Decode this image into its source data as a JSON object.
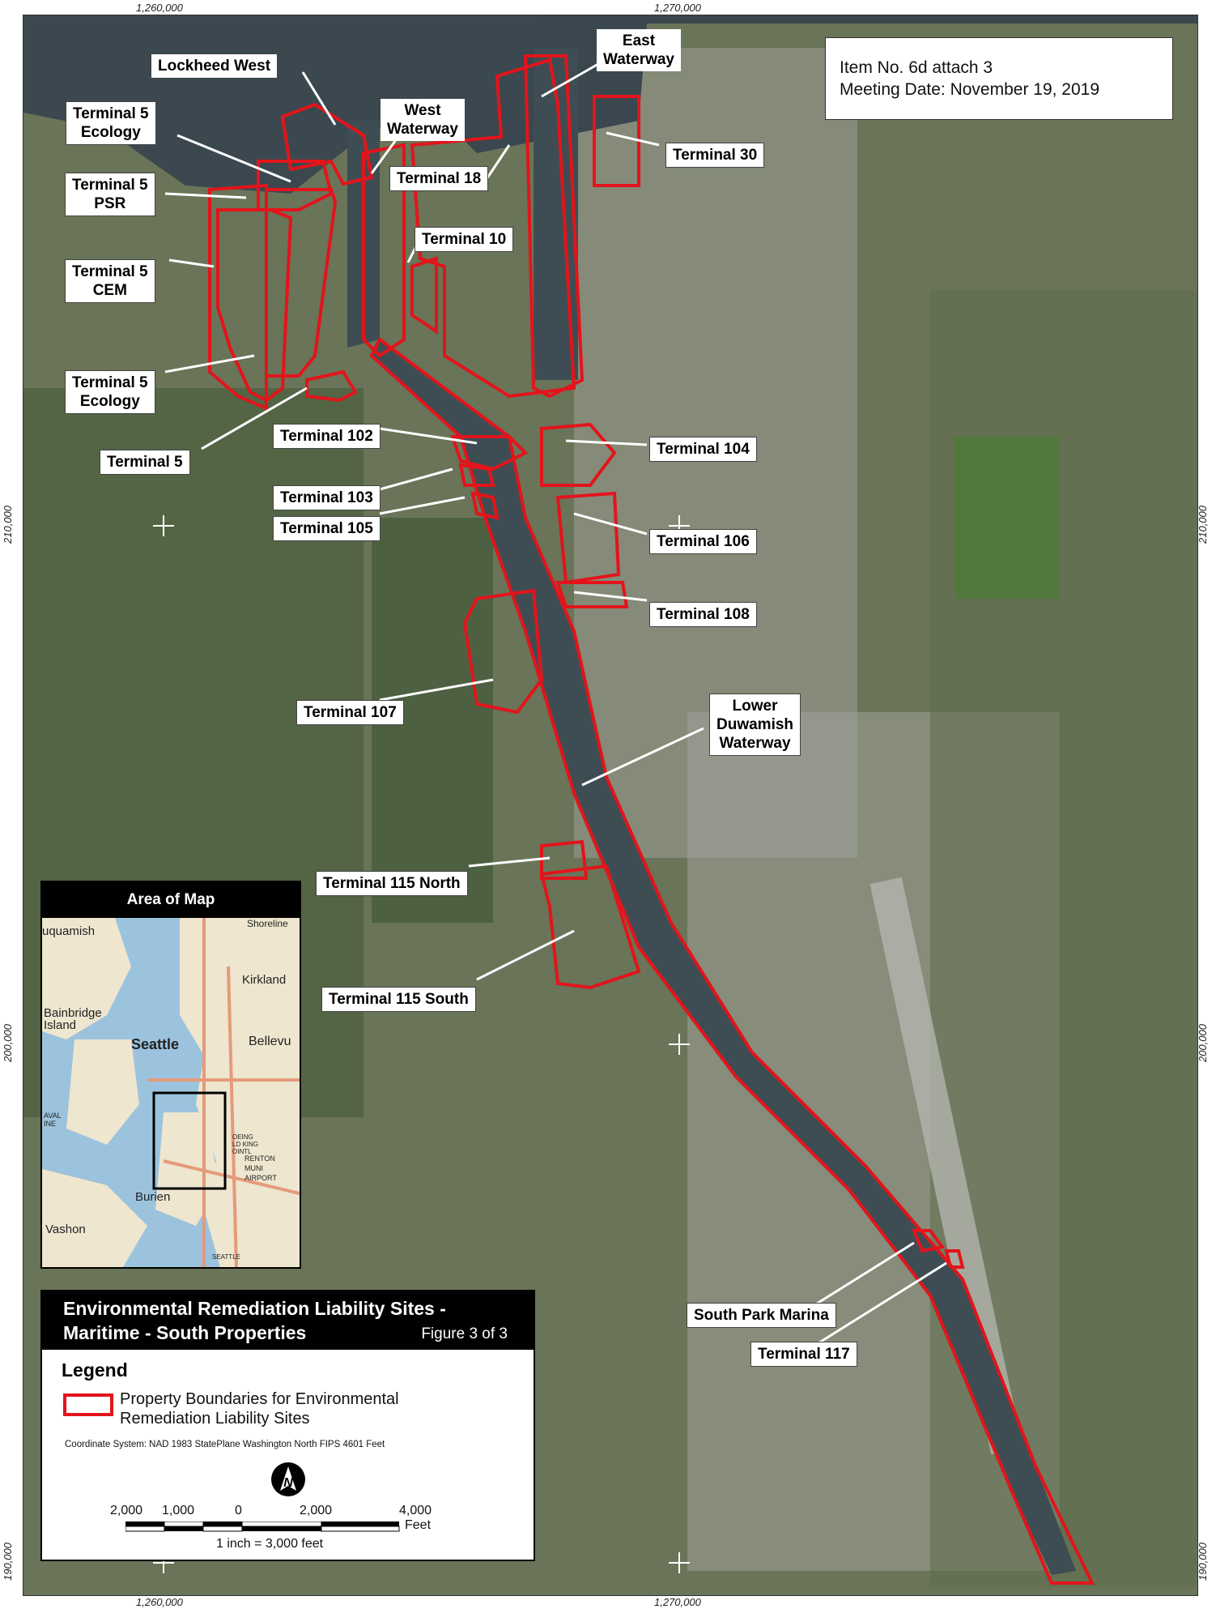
{
  "map_data": {
    "coordinates": {
      "top": [
        "1,260,000",
        "1,270,000"
      ],
      "bottom": [
        "1,260,000",
        "1,270,000"
      ],
      "left": [
        "210,000",
        "200,000",
        "190,000"
      ],
      "right": [
        "210,000",
        "200,000",
        "190,000"
      ]
    },
    "item_box": {
      "line1": "Item No. 6d attach 3",
      "line2": "Meeting Date: November 19, 2019"
    },
    "labels": [
      {
        "id": "lockheed-west",
        "lines": [
          "Lockheed West"
        ]
      },
      {
        "id": "east-waterway",
        "lines": [
          "East",
          "Waterway"
        ]
      },
      {
        "id": "terminal-5-ecology-north",
        "lines": [
          "Terminal 5",
          "Ecology"
        ]
      },
      {
        "id": "west-waterway",
        "lines": [
          "West",
          "Waterway"
        ]
      },
      {
        "id": "terminal-30",
        "lines": [
          "Terminal 30"
        ]
      },
      {
        "id": "terminal-5-psr",
        "lines": [
          "Terminal 5",
          "PSR"
        ]
      },
      {
        "id": "terminal-18",
        "lines": [
          "Terminal 18"
        ]
      },
      {
        "id": "terminal-10",
        "lines": [
          "Terminal 10"
        ]
      },
      {
        "id": "terminal-5-cem",
        "lines": [
          "Terminal 5",
          "CEM"
        ]
      },
      {
        "id": "terminal-5-ecology-south",
        "lines": [
          "Terminal 5",
          "Ecology"
        ]
      },
      {
        "id": "terminal-102",
        "lines": [
          "Terminal 102"
        ]
      },
      {
        "id": "terminal-104",
        "lines": [
          "Terminal 104"
        ]
      },
      {
        "id": "terminal-5",
        "lines": [
          "Terminal 5"
        ]
      },
      {
        "id": "terminal-103",
        "lines": [
          "Terminal 103"
        ]
      },
      {
        "id": "terminal-105",
        "lines": [
          "Terminal 105"
        ]
      },
      {
        "id": "terminal-106",
        "lines": [
          "Terminal 106"
        ]
      },
      {
        "id": "terminal-108",
        "lines": [
          "Terminal 108"
        ]
      },
      {
        "id": "terminal-107",
        "lines": [
          "Terminal 107"
        ]
      },
      {
        "id": "lower-duwamish-waterway",
        "lines": [
          "Lower",
          "Duwamish",
          "Waterway"
        ]
      },
      {
        "id": "terminal-115-north",
        "lines": [
          "Terminal 115 North"
        ]
      },
      {
        "id": "terminal-115-south",
        "lines": [
          "Terminal 115 South"
        ]
      },
      {
        "id": "south-park-marina",
        "lines": [
          "South Park Marina"
        ]
      },
      {
        "id": "terminal-117",
        "lines": [
          "Terminal 117"
        ]
      }
    ],
    "inset": {
      "title": "Area of Map",
      "places": [
        "uquamish",
        "Kirkland",
        "Bainbridge",
        "Island",
        "Seattle",
        "Bellevu",
        "Burien",
        "Vashon",
        "RENTON",
        "MUNI",
        "AIRPORT",
        "OEING",
        "LD KING",
        "OINTL",
        "AVAL",
        "INE",
        "Shoreline",
        "SEATTLE"
      ]
    },
    "legend": {
      "title_line1": "Environmental Remediation Liability Sites -",
      "title_line2": "Maritime - South Properties",
      "figure": "Figure 3 of 3",
      "heading": "Legend",
      "item_line1": "Property Boundaries for Environmental",
      "item_line2": "Remediation Liability Sites",
      "coord_system": "Coordinate System: NAD 1983 StatePlane Washington North FIPS 4601 Feet",
      "north_symbol": "N",
      "scale_labels": [
        "2,000",
        "1,000",
        "0",
        "2,000",
        "4,000"
      ],
      "scale_unit": "Feet",
      "scale_text": "1 inch = 3,000 feet"
    },
    "colors": {
      "boundary": "#e3141b",
      "water": "#3e4d53",
      "land": "#6b7556"
    }
  }
}
